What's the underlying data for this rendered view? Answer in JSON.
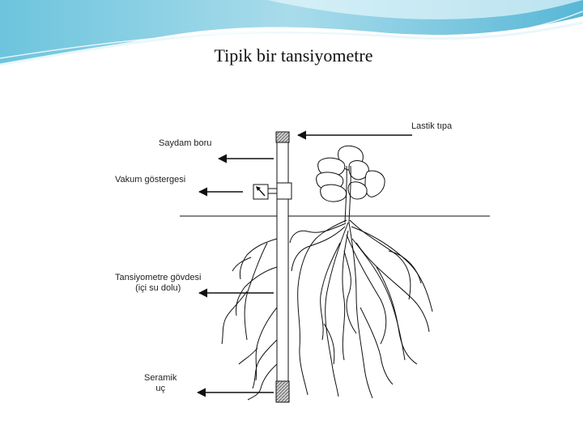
{
  "slide": {
    "title": "Tipik bir tansiyometre"
  },
  "labels": {
    "rubber_stopper": "Lastik tıpa",
    "clear_tube": "Saydam boru",
    "vacuum_gauge": "Vakum göstergesi",
    "body_line1": "Tansiyometre gövdesi",
    "body_line2": "(içi su dolu)",
    "ceramic_line1": "Seramik",
    "ceramic_line2": "uç"
  },
  "colors": {
    "wave_dark": "#2f9fc6",
    "wave_light": "#bfe8f3",
    "line": "#111111"
  }
}
